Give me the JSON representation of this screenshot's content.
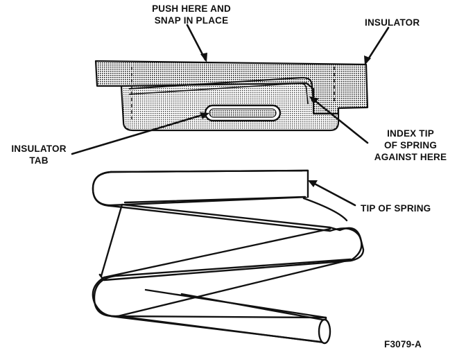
{
  "labels": {
    "push_line1": "PUSH HERE AND",
    "push_line2": "SNAP IN PLACE",
    "insulator": "INSULATOR",
    "insulator_tab_line1": "INSULATOR",
    "insulator_tab_line2": "TAB",
    "index_line1": "INDEX TIP",
    "index_line2": "OF SPRING",
    "index_line3": "AGAINST HERE",
    "tip_of_spring": "TIP OF SPRING",
    "figure_id": "F3079-A"
  }
}
